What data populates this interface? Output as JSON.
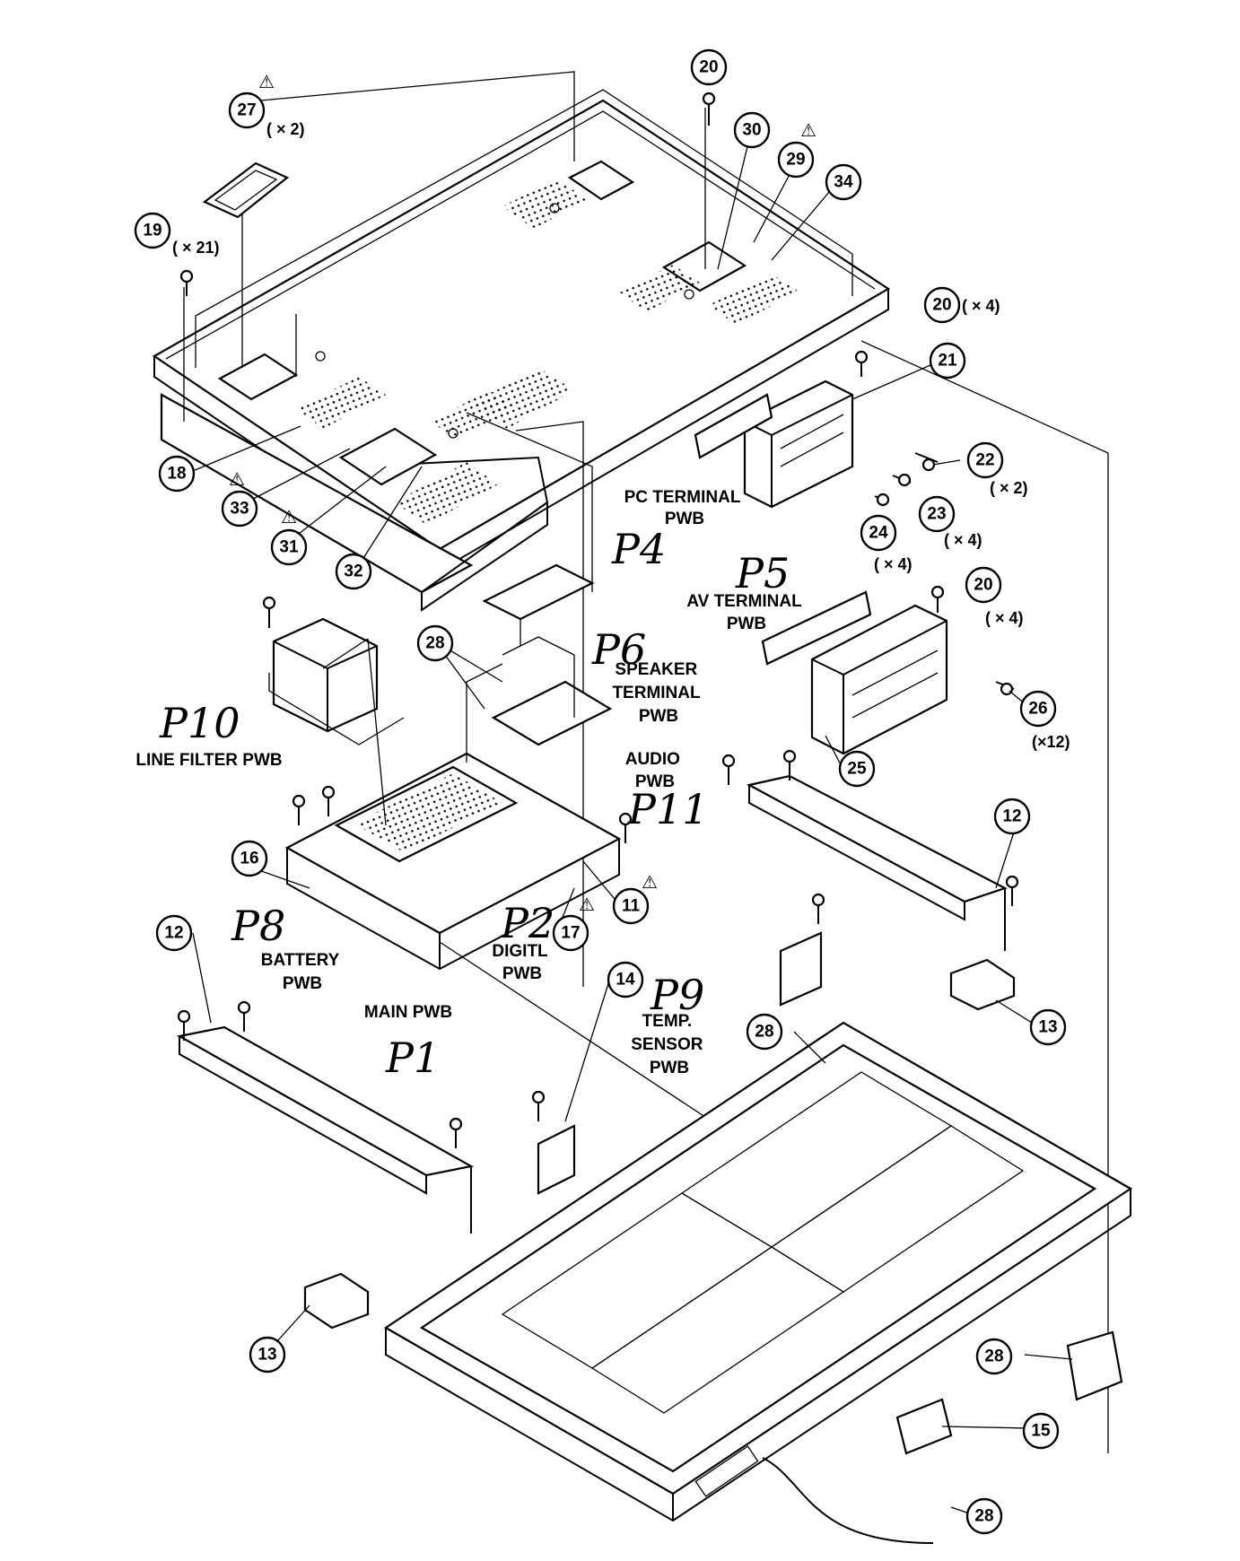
{
  "callouts": {
    "c11": "11",
    "c12a": "12",
    "c12b": "12",
    "c13a": "13",
    "c13b": "13",
    "c14": "14",
    "c15": "15",
    "c16": "16",
    "c17": "17",
    "c18": "18",
    "c19": "19",
    "c20a": "20",
    "c20b": "20",
    "c20c": "20",
    "c21": "21",
    "c22": "22",
    "c23": "23",
    "c24": "24",
    "c25": "25",
    "c26": "26",
    "c27": "27",
    "c28a": "28",
    "c28b": "28",
    "c28c": "28",
    "c28d": "28",
    "c29": "29",
    "c30": "30",
    "c31": "31",
    "c32": "32",
    "c33": "33",
    "c34": "34"
  },
  "quantities": {
    "q27": "( × 2)",
    "q19": "( × 21)",
    "q20b": "( × 4)",
    "q22": "( × 2)",
    "q23": "( × 4)",
    "q24": "( × 4)",
    "q20c": "( × 4)",
    "q26": "(×12)"
  },
  "labels": {
    "pc_terminal": [
      "PC TERMINAL",
      "PWB"
    ],
    "av_terminal": [
      "AV TERMINAL",
      "PWB"
    ],
    "speaker_terminal": [
      "SPEAKER",
      "TERMINAL",
      "PWB"
    ],
    "line_filter": [
      "LINE FILTER PWB"
    ],
    "audio": [
      "AUDIO",
      "PWB"
    ],
    "digital": [
      "DIGITL",
      "PWB"
    ],
    "battery": [
      "BATTERY",
      "PWB"
    ],
    "main": [
      "MAIN PWB"
    ],
    "temp_sensor": [
      "TEMP.",
      "SENSOR",
      "PWB"
    ]
  },
  "handwritten": {
    "p1": "P1",
    "p2": "P2",
    "p4": "P4",
    "p5": "P5",
    "p6": "P6",
    "p8": "P8",
    "p9": "P9",
    "p10": "P10",
    "p11": "P11"
  },
  "warning_symbol": "⚠"
}
